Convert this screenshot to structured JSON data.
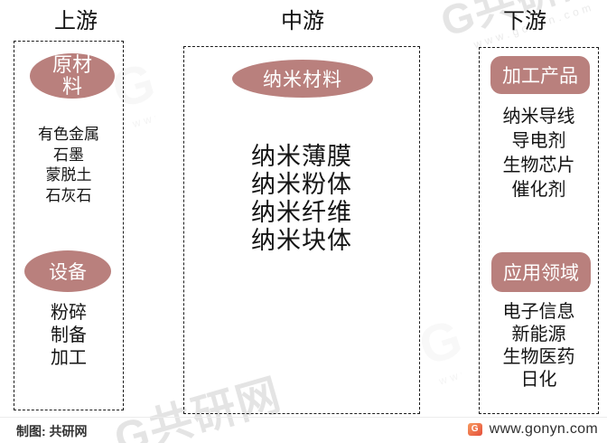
{
  "columns": {
    "upstream": {
      "header": "上游",
      "sections": [
        {
          "badge": "原材料",
          "items": [
            "有色金属",
            "石墨",
            "蒙脱土",
            "石灰石"
          ]
        },
        {
          "badge": "设备",
          "items": [
            "粉碎",
            "制备",
            "加工"
          ]
        }
      ]
    },
    "midstream": {
      "header": "中游",
      "sections": [
        {
          "badge": "纳米材料",
          "items": [
            "纳米薄膜",
            "纳米粉体",
            "纳米纤维",
            "纳米块体"
          ]
        }
      ]
    },
    "downstream": {
      "header": "下游",
      "sections": [
        {
          "badge": "加工产品",
          "items": [
            "纳米导线",
            "导电剂",
            "生物芯片",
            "催化剂"
          ]
        },
        {
          "badge": "应用领域",
          "items": [
            "电子信息",
            "新能源",
            "生物医药",
            "日化"
          ]
        }
      ]
    }
  },
  "footer": {
    "credit": "制图: 共研网",
    "logo_letter": "G",
    "website": "www.gonyn.com"
  },
  "watermark": {
    "logo_letter": "G",
    "brand": "共研网",
    "url": "www.gonyn.com"
  },
  "colors": {
    "badge_fill": "#b9807d",
    "badge_text": "#ffffff",
    "border": "#1c1c1c",
    "text": "#141414",
    "logo_orange": "#e5503c",
    "divider": "#ececec"
  }
}
